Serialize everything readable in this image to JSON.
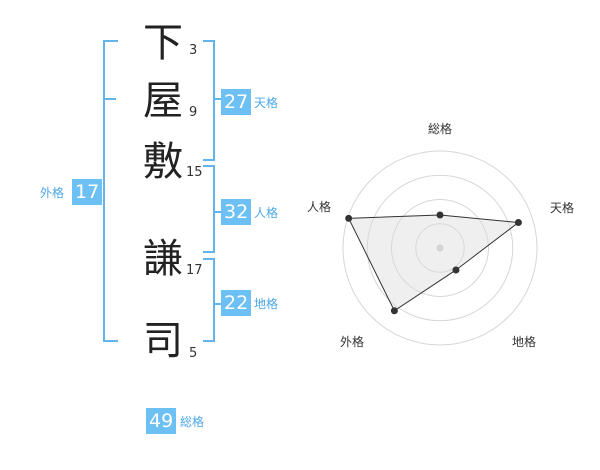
{
  "name_chars": [
    {
      "char": "下",
      "strokes": "3"
    },
    {
      "char": "屋",
      "strokes": "9"
    },
    {
      "char": "敷",
      "strokes": "15"
    },
    {
      "char": "謙",
      "strokes": "17"
    },
    {
      "char": "司",
      "strokes": "5"
    }
  ],
  "fortunes": {
    "tenkaku": {
      "value": "27",
      "label": "天格"
    },
    "jinkaku": {
      "value": "32",
      "label": "人格"
    },
    "chikaku": {
      "value": "22",
      "label": "地格"
    },
    "gaikaku": {
      "value": "17",
      "label": "外格"
    },
    "soukaku": {
      "value": "49",
      "label": "総格"
    }
  },
  "colors": {
    "accent": "#6cc0f3",
    "bracket": "#62b4ea"
  },
  "chart_data": {
    "type": "radar",
    "axes": [
      "総格",
      "天格",
      "地格",
      "外格",
      "人格"
    ],
    "values": [
      0.34,
      0.85,
      0.28,
      0.8,
      0.99
    ],
    "max": 1,
    "rings": 4
  }
}
